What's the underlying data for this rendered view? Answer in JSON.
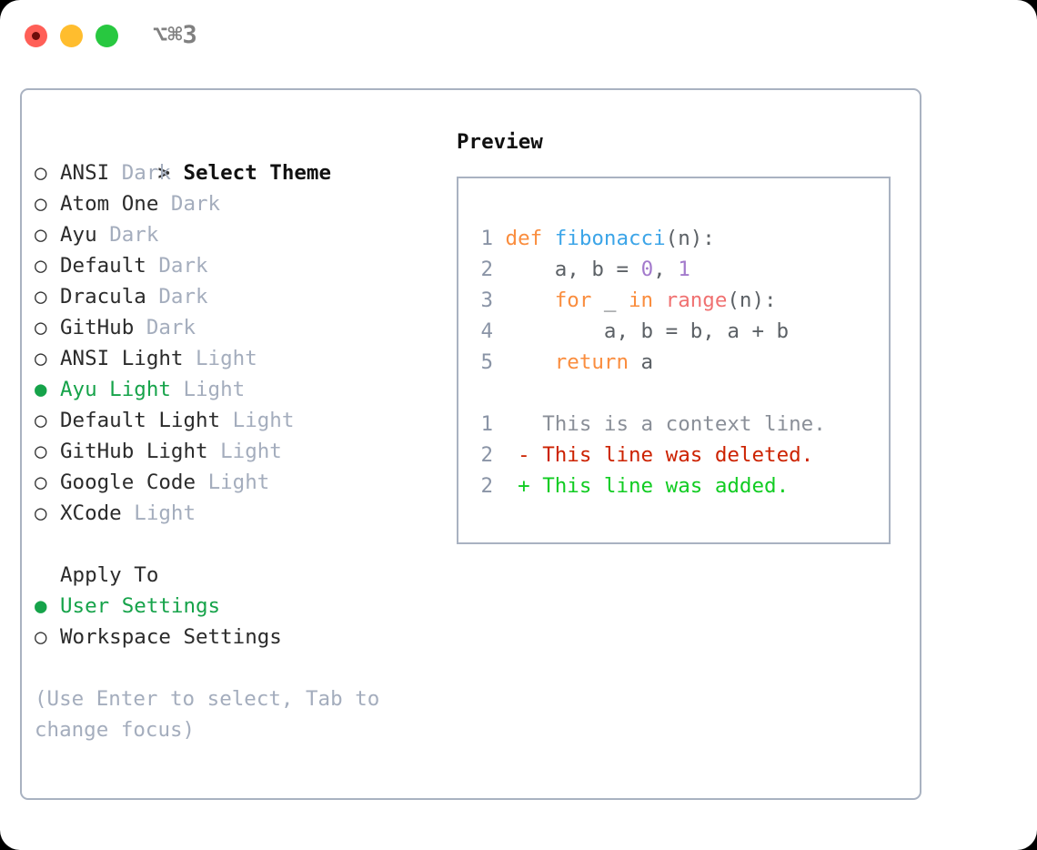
{
  "window": {
    "title": "⌥⌘3",
    "traffic_lights": [
      {
        "name": "close",
        "color": "#ff5f57"
      },
      {
        "name": "minimize",
        "color": "#ffbd2e"
      },
      {
        "name": "maximize",
        "color": "#28c840"
      }
    ]
  },
  "theme_list": {
    "header_marker": ">",
    "header_label": "Select Theme",
    "items": [
      {
        "marker": "○",
        "name": "ANSI",
        "kind": "Dark",
        "selected": false
      },
      {
        "marker": "○",
        "name": "Atom One",
        "kind": "Dark",
        "selected": false
      },
      {
        "marker": "○",
        "name": "Ayu",
        "kind": "Dark",
        "selected": false
      },
      {
        "marker": "○",
        "name": "Default",
        "kind": "Dark",
        "selected": false
      },
      {
        "marker": "○",
        "name": "Dracula",
        "kind": "Dark",
        "selected": false
      },
      {
        "marker": "○",
        "name": "GitHub",
        "kind": "Dark",
        "selected": false
      },
      {
        "marker": "○",
        "name": "ANSI Light",
        "kind": "Light",
        "selected": false
      },
      {
        "marker": "●",
        "name": "Ayu Light",
        "kind": "Light",
        "selected": true
      },
      {
        "marker": "○",
        "name": "Default Light",
        "kind": "Light",
        "selected": false
      },
      {
        "marker": "○",
        "name": "GitHub Light",
        "kind": "Light",
        "selected": false
      },
      {
        "marker": "○",
        "name": "Google Code",
        "kind": "Light",
        "selected": false
      },
      {
        "marker": "○",
        "name": "XCode",
        "kind": "Light",
        "selected": false
      }
    ]
  },
  "apply_to": {
    "header_label": "Apply To",
    "items": [
      {
        "marker": "●",
        "name": "User Settings",
        "selected": true
      },
      {
        "marker": "○",
        "name": "Workspace Settings",
        "selected": false
      }
    ]
  },
  "hint": "(Use Enter to select, Tab to change focus)",
  "preview": {
    "title": "Preview",
    "code_lines": [
      {
        "ln": "1",
        "tokens": [
          {
            "t": "def",
            "c": "kw"
          },
          {
            "t": " ",
            "c": "tok"
          },
          {
            "t": "fibonacci",
            "c": "fn"
          },
          {
            "t": "(n):",
            "c": "tok"
          }
        ]
      },
      {
        "ln": "2",
        "tokens": [
          {
            "t": "    a, b = ",
            "c": "tok"
          },
          {
            "t": "0",
            "c": "num"
          },
          {
            "t": ", ",
            "c": "tok"
          },
          {
            "t": "1",
            "c": "num"
          }
        ]
      },
      {
        "ln": "3",
        "tokens": [
          {
            "t": "    ",
            "c": "tok"
          },
          {
            "t": "for",
            "c": "kw"
          },
          {
            "t": " _ ",
            "c": "tok"
          },
          {
            "t": "in",
            "c": "kw"
          },
          {
            "t": " ",
            "c": "tok"
          },
          {
            "t": "range",
            "c": "bi"
          },
          {
            "t": "(n):",
            "c": "tok"
          }
        ]
      },
      {
        "ln": "4",
        "tokens": [
          {
            "t": "        a, b = b, a + b",
            "c": "tok"
          }
        ]
      },
      {
        "ln": "5",
        "tokens": [
          {
            "t": "    ",
            "c": "tok"
          },
          {
            "t": "return",
            "c": "kw"
          },
          {
            "t": " a",
            "c": "tok"
          }
        ]
      }
    ],
    "diff_lines": [
      {
        "ln": "1",
        "sign": " ",
        "text": "This is a context line.",
        "kind": "ctx"
      },
      {
        "ln": "2",
        "sign": "-",
        "text": "This line was deleted.",
        "kind": "del"
      },
      {
        "ln": "2",
        "sign": "+",
        "text": "This line was added.",
        "kind": "add"
      }
    ]
  },
  "colors": {
    "accent_green": "#16a34a",
    "muted": "#a4adbd",
    "border": "#a9b2c1",
    "keyword": "#fa8d3e",
    "function": "#3ca5e8",
    "number": "#a37acc",
    "builtin": "#f07171",
    "plain": "#5c6166",
    "line_number": "#8a94a6",
    "diff_deleted": "#cc2200",
    "diff_added": "#11cc22"
  }
}
